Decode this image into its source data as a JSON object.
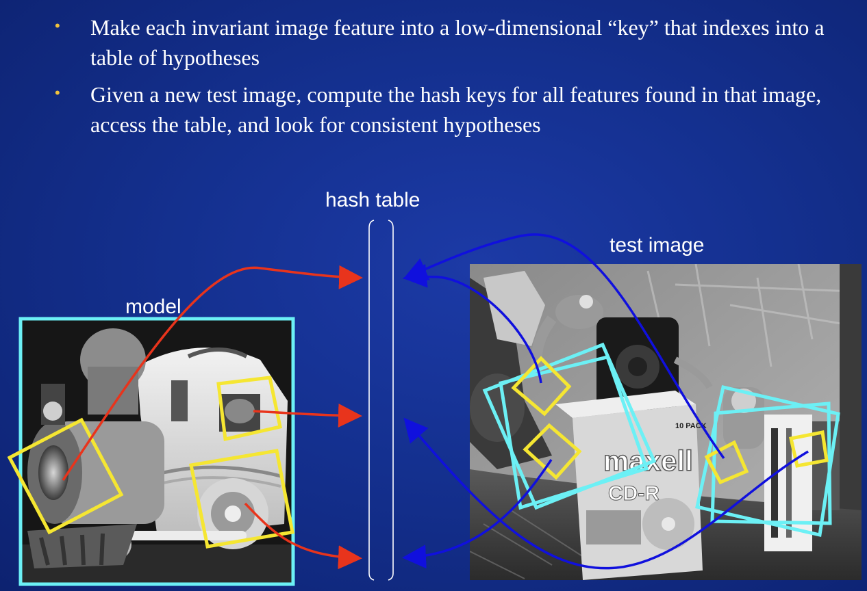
{
  "bullets": [
    {
      "text": "Make each invariant image feature into a low-dimensional “key” that indexes into a table of  hypotheses"
    },
    {
      "text": "Given a new test image, compute the hash keys for all features found in that image, access the table, and look for consistent hypotheses"
    }
  ],
  "labels": {
    "hash_table": "hash table",
    "test_image": "test image",
    "model": "model"
  },
  "test_image_text": {
    "brand": "maxell",
    "product": "CD-R",
    "pack": "10 PACK"
  },
  "colors": {
    "background": "#14308f",
    "bullet_marker": "#f0c23c",
    "text": "#ffffff",
    "model_arrows": "#e8341c",
    "test_arrows": "#1010dd",
    "feature_boxes": "#f5e632",
    "object_frames": "#6cf0f5"
  }
}
